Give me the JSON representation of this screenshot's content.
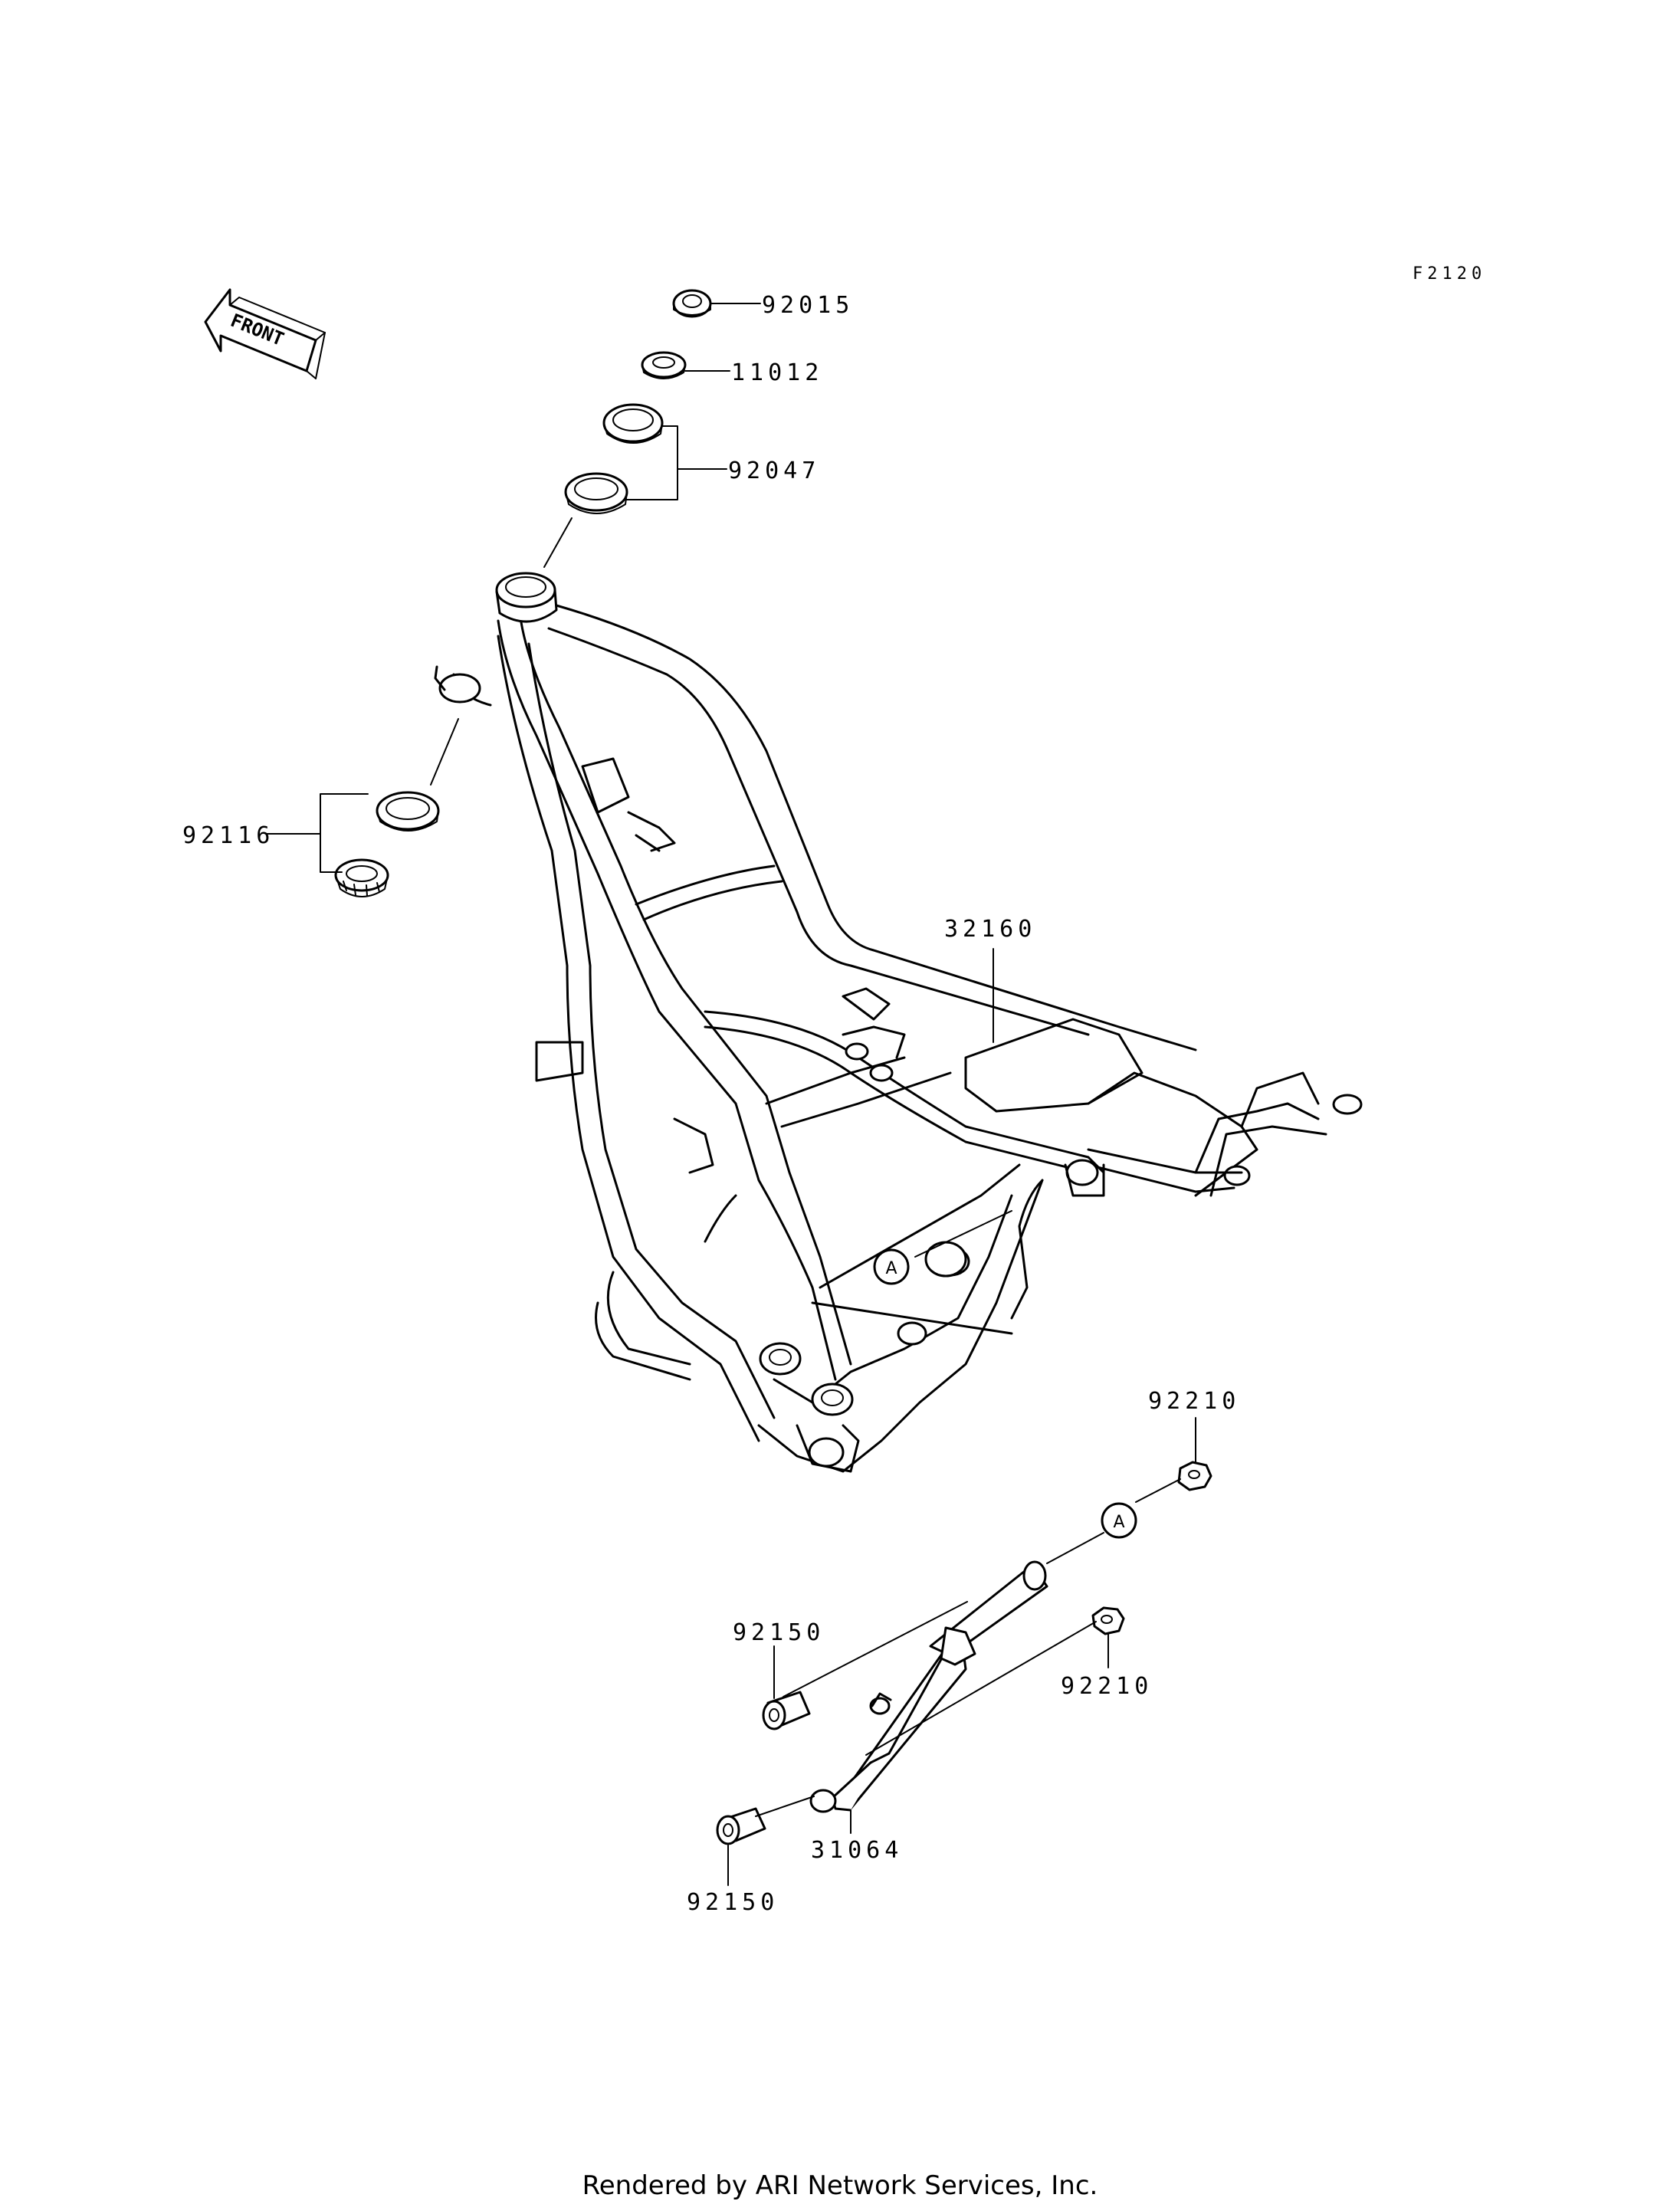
{
  "diagram": {
    "code": "F2120",
    "front_label": "FRONT",
    "ref_marker": "A",
    "parts": [
      {
        "number": "92015"
      },
      {
        "number": "11012"
      },
      {
        "number": "92047"
      },
      {
        "number": "92116"
      },
      {
        "number": "32160"
      },
      {
        "number": "92210"
      },
      {
        "number": "92150"
      },
      {
        "number": "92210"
      },
      {
        "number": "31064"
      },
      {
        "number": "92150"
      }
    ]
  },
  "footer": {
    "text": "Rendered by ARI Network Services, Inc."
  }
}
